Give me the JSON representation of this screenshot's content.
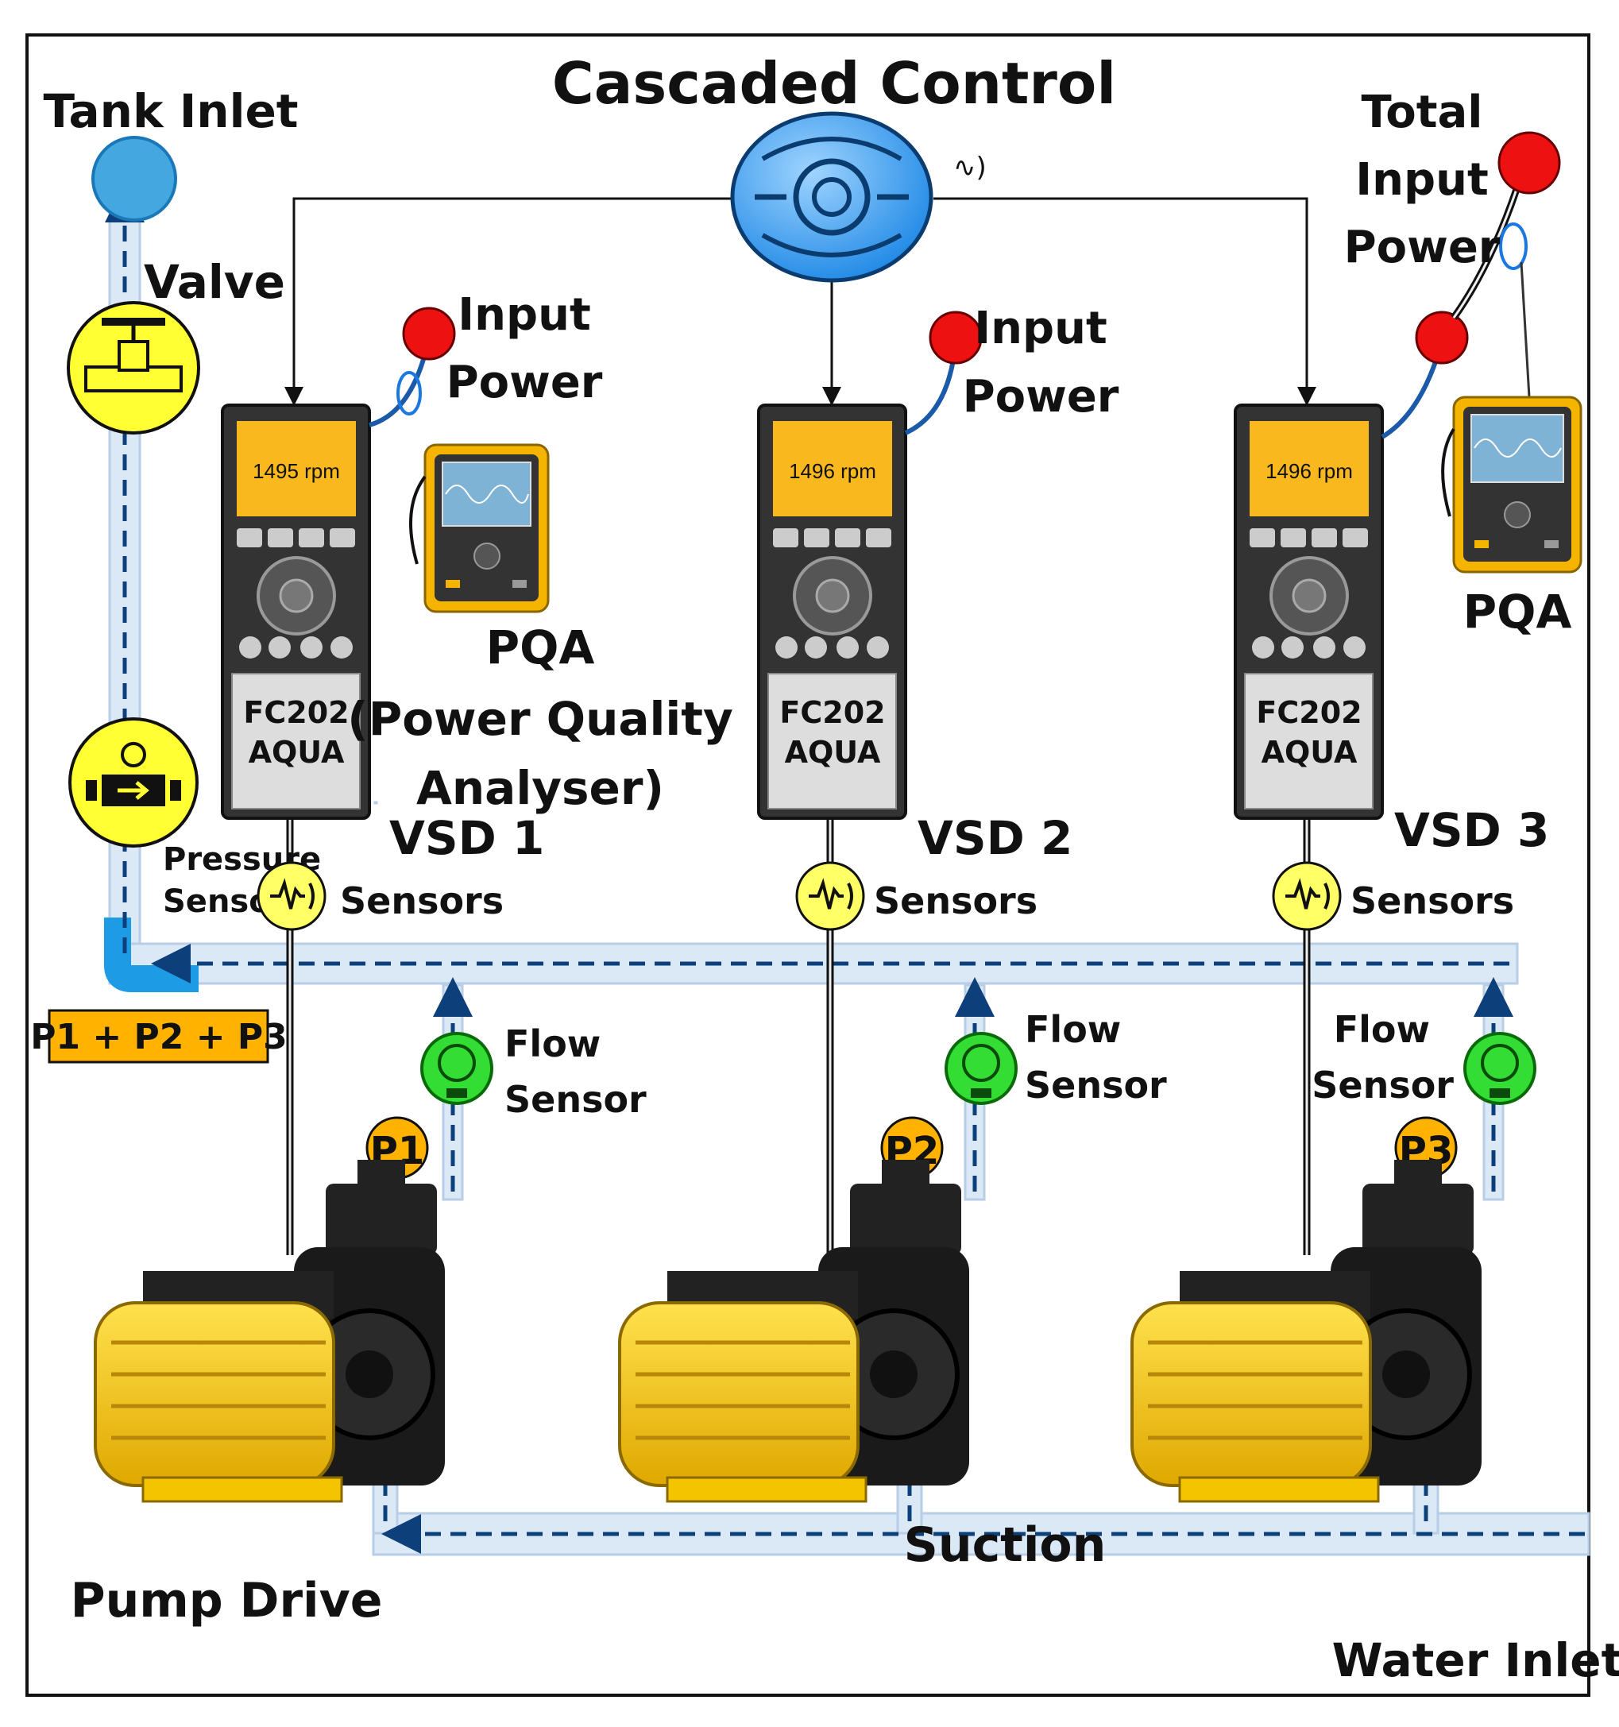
{
  "title": "Cascaded Control",
  "tank_inlet": "Tank Inlet",
  "valve": "Valve",
  "pressure_sensor": [
    "Pressure",
    "Sensor"
  ],
  "sum_label": "P1 + P2 + P3",
  "total_input_power": [
    "Total",
    "Input",
    "Power"
  ],
  "pqa_short": "PQA",
  "pqa_full": [
    "PQA",
    "(Power Quality",
    "Analyser)"
  ],
  "pump_drive": "Pump Drive",
  "suction": "Suction",
  "water_inlet": "Water Inlet",
  "units": [
    {
      "vsd": "VSD 1",
      "rpm": "1495 rpm",
      "model": [
        "FC202",
        "AQUA"
      ],
      "input_power": [
        "Input",
        "Power"
      ],
      "sensors": "Sensors",
      "flow_sensor": [
        "Flow",
        "Sensor"
      ],
      "pump": "P1"
    },
    {
      "vsd": "VSD 2",
      "rpm": "1496 rpm",
      "model": [
        "FC202",
        "AQUA"
      ],
      "input_power": [
        "Input",
        "Power"
      ],
      "sensors": "Sensors",
      "flow_sensor": [
        "Flow",
        "Sensor"
      ],
      "pump": "P2"
    },
    {
      "vsd": "VSD 3",
      "rpm": "1496 rpm",
      "model": [
        "FC202",
        "AQUA"
      ],
      "sensors": "Sensors",
      "flow_sensor": [
        "Flow",
        "Sensor"
      ],
      "pump": "P3"
    }
  ],
  "colors": {
    "lcd": "#f9b81e",
    "pump_yellow": "#f5c400",
    "sensor_yellow": "#ffff66",
    "flow_green": "#22cc22",
    "power_red": "#ee1111",
    "controller_blue": "#1e88e5",
    "pipe": "#cfe0f2",
    "arrow": "#0d3f7a",
    "sum_box": "#ffb300"
  }
}
